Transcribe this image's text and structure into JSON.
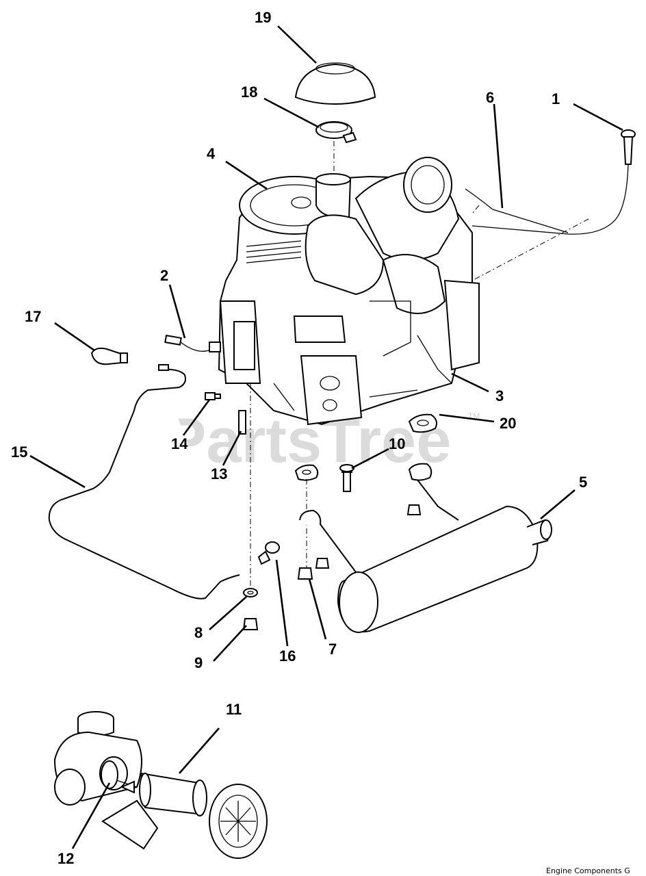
{
  "watermark": {
    "text": "PartsTree",
    "tm": "TM"
  },
  "caption": "Engine Components  G",
  "callouts": {
    "c1": "1",
    "c2": "2",
    "c3": "3",
    "c4": "4",
    "c5": "5",
    "c6": "6",
    "c7": "7",
    "c8": "8",
    "c9": "9",
    "c10": "10",
    "c11": "11",
    "c12": "12",
    "c13": "13",
    "c14": "14",
    "c15": "15",
    "c16": "16",
    "c17": "17",
    "c18": "18",
    "c19": "19",
    "c20": "20"
  }
}
